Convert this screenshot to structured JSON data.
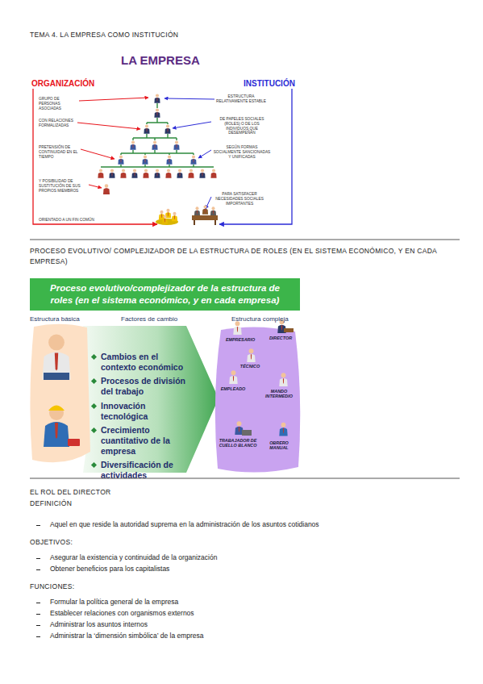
{
  "diagram": {
    "title": "TEMA 4. LA EMPRESA COMO INSTITUCIÓN",
    "nodes": [
      {
        "text": [
          "Proceso evolutivo/complejizador de la estructura de roles (en el sistema económico, y en cada empresa)"
        ]
      },
      {
        "text": [
          "Cambios en el contexto económico",
          "Procesos de división del trabajo",
          "Innovación tecnológica",
          "Crecimiento cuantitativo de la empresa",
          "Diversificación de actividades"
        ]
      },
      {
        "text": [
          "EMPRESARIO",
          "DIRECTOR",
          "TÉCNICO",
          "EMPLEADO",
          "MANDO INTERMEDIO",
          "TRABAJADOR DE CUELLO BLANCO",
          "OBRERO MANUAL"
        ]
      }
    ],
    "labels": [
      "LA EMPRESA",
      "ORGANIZACIÓN",
      "INSTITUCIÓN",
      "GRUPO DE PERSONAS ASOCIADAS",
      "CON RELACIONES FORMALIZADAS",
      "PRETENSIÓN DE CONTINUIDAD EN EL TIEMPO",
      "Y POSIBILIDAD DE SUSTITUCIÓN DE SUS PROPIOS MIEMBROS",
      "ORIENTADO A UN FIN COMÚN",
      "ESTRUCTURA RELATIVAMENTE ESTABLE",
      "DE PAPELES SOCIALES (ROLES) O DE LOS INDIVIDUOS QUE DESEMPEÑAN",
      "SEGÚN FORMAS SOCIALMENTE SANCIONADAS Y UNIFICADAS",
      "PARA SATISFACER NECESIDADES SOCIALES IMPORTANTES",
      "PROCESO EVOLUTIVO/ COMPLEJIZADOR DE LA ESTRUCTURA DE ROLES (EN EL SISTEMA ECONÓMICO, Y EN CADA EMPRESA)",
      "Estructura básica",
      "Factores de cambio",
      "Estructura compleja",
      "EL ROL DEL DIRECTOR",
      "DEFINICIÓN",
      "Aquel en que reside la autoridad suprema en la administración de los asuntos cotidianos",
      "OBJETIVOS:",
      "Asegurar la existencia y continuidad de la organización",
      "Obtener beneficios para los capitalistas",
      "FUNCIONES:",
      "Formular la política general de la empresa",
      "Establecer relaciones con organismos externos",
      "Administrar los asuntos internos",
      "Administrar la ‘dimensión simbólica’ de la empresa"
    ]
  }
}
